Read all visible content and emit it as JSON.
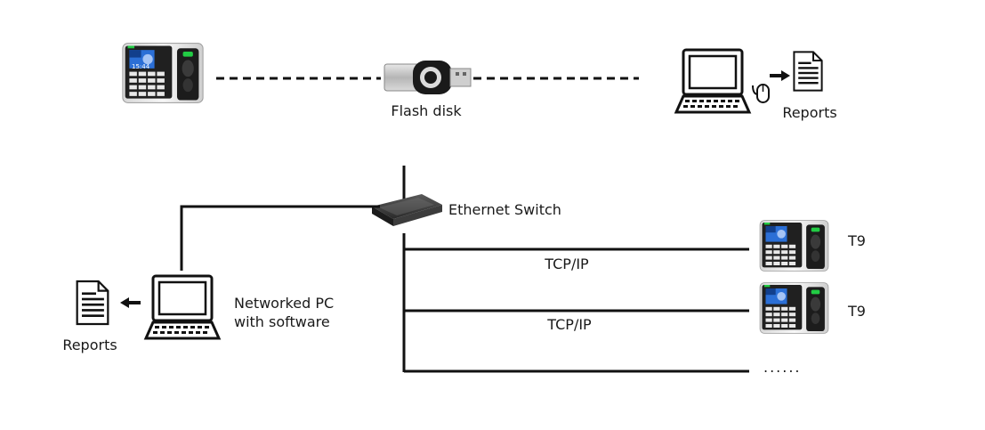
{
  "labels": {
    "flash_disk": "Flash disk",
    "reports_top": "Reports",
    "ethernet_switch": "Ethernet Switch",
    "networked_pc_line1": "Networked PC",
    "networked_pc_line2": "with software",
    "reports_left": "Reports",
    "tcpip_1": "TCP/IP",
    "tcpip_2": "TCP/IP",
    "t9_1": "T9",
    "t9_2": "T9",
    "ellipsis": "......"
  },
  "device_screen": {
    "clock": "15:44"
  },
  "colors": {
    "line": "#111111",
    "device_body": "#f2f2f2",
    "device_dark": "#1c1c1c",
    "screen_blue": "#2b6fd6",
    "led_green": "#22cc44"
  }
}
